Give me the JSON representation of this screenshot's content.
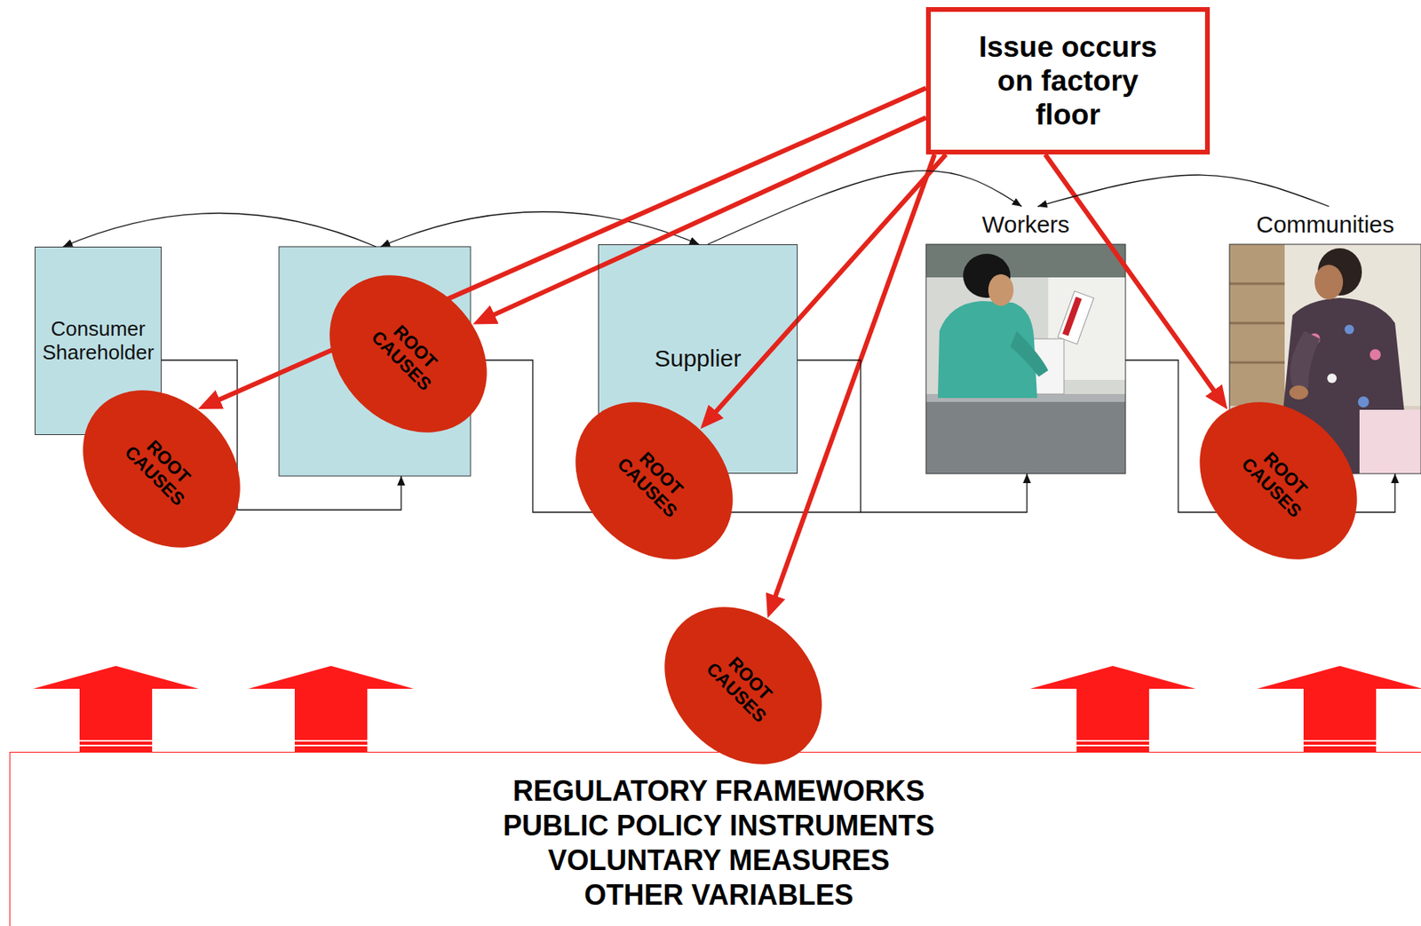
{
  "diagram": {
    "nodes": [
      {
        "text": [
          "Issue occurs on factory floor"
        ]
      },
      {
        "text": [
          "Consumer Shareholder"
        ]
      },
      {
        "text": [
          "ROOT CAUSES"
        ]
      },
      {
        "text": [
          "ROOT CAUSES"
        ]
      },
      {
        "text": [
          "Supplier"
        ]
      },
      {
        "text": [
          "ROOT CAUSES"
        ]
      },
      {
        "text": [
          "Workers"
        ]
      },
      {
        "text": [
          "Communities"
        ]
      },
      {
        "text": [
          "ROOT CAUSES"
        ]
      },
      {
        "text": [
          "ROOT CAUSES"
        ]
      },
      {
        "text": [
          "REGULATORY FRAMEWORKS",
          "PUBLIC POLICY INSTRUMENTS",
          "VOLUNTARY MEASURES",
          "OTHER VARIABLES"
        ]
      }
    ],
    "edges": [
      {
        "from": 0,
        "to": 2,
        "arrow": "to"
      },
      {
        "from": 0,
        "to": 3,
        "arrow": "to"
      },
      {
        "from": 0,
        "to": 5,
        "arrow": "to"
      },
      {
        "from": 0,
        "to": 8,
        "arrow": "to"
      },
      {
        "from": 0,
        "to": 9,
        "arrow": "to"
      },
      {
        "from": 4,
        "to": 6,
        "arrow": "to"
      },
      {
        "from": 7,
        "to": 6,
        "arrow": "to"
      },
      {
        "from": 4,
        "to": 6,
        "arrow": "to"
      },
      {
        "from": 6,
        "to": 7,
        "arrow": "to"
      }
    ]
  }
}
